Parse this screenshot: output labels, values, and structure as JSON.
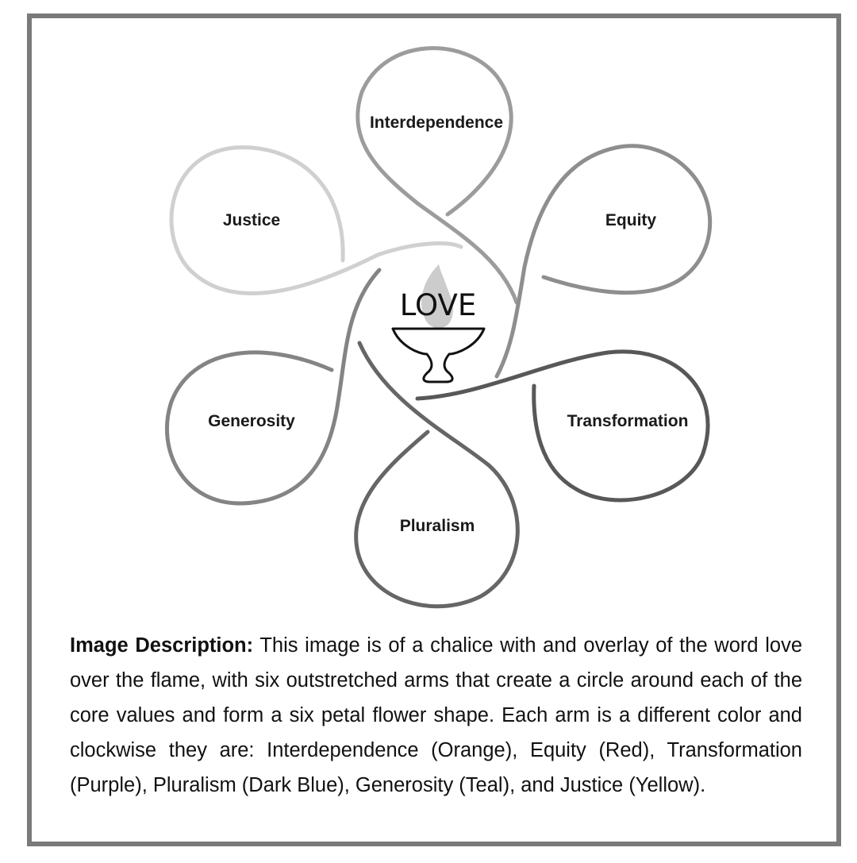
{
  "center": {
    "word": "LOVE",
    "flame_color": "#cccccc",
    "chalice_color": "#111111"
  },
  "petals": [
    {
      "label": "Interdependence",
      "color": "#9c9c9c",
      "icon": "arm-loop"
    },
    {
      "label": "Equity",
      "color": "#8e8e8e",
      "icon": "arm-loop"
    },
    {
      "label": "Transformation",
      "color": "#585858",
      "icon": "arm-loop"
    },
    {
      "label": "Pluralism",
      "color": "#666666",
      "icon": "arm-loop"
    },
    {
      "label": "Generosity",
      "color": "#848484",
      "icon": "arm-loop"
    },
    {
      "label": "Justice",
      "color": "#d0d0d0",
      "icon": "arm-loop"
    }
  ],
  "description": {
    "lead": "Image Description:",
    "text": "This image is of a chalice with and overlay of the word love over the flame, with six outstretched arms that create a circle around each of the core values and form a six petal flower shape. Each arm is a different color and clockwise they are: Interdependence (Orange), Equity (Red), Transformation (Purple), Pluralism (Dark Blue), Generosity (Teal), and Justice (Yellow)."
  },
  "frame_color": "#7a7a7a"
}
